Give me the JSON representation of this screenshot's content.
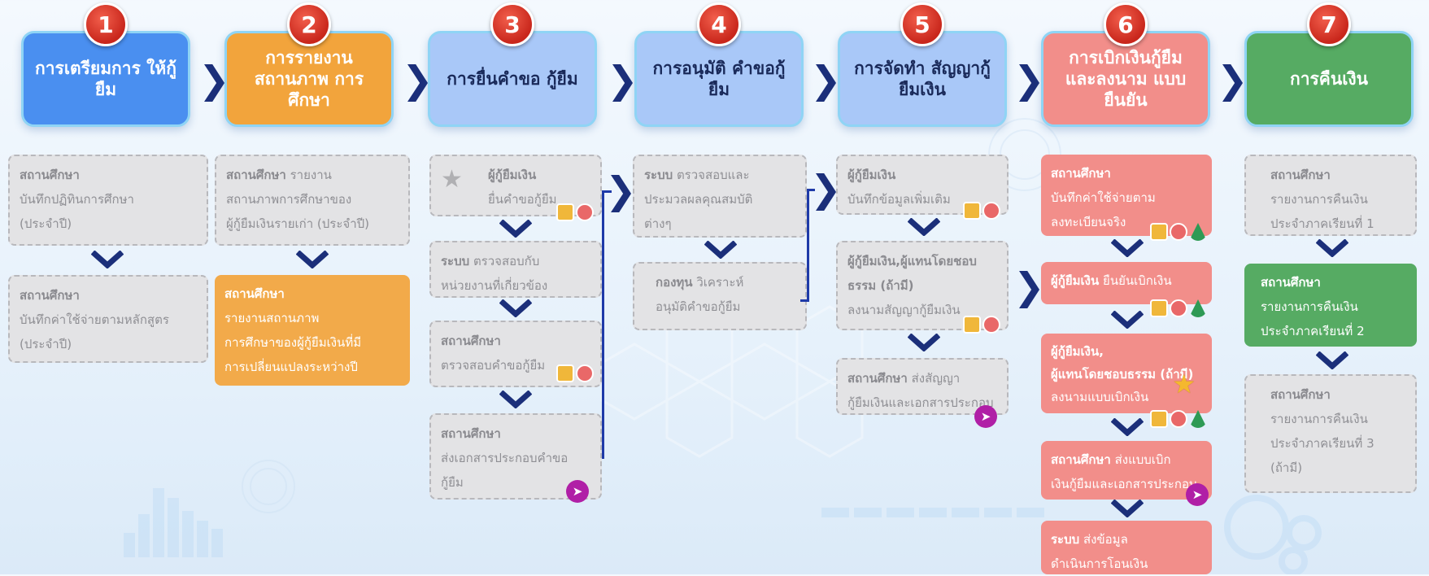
{
  "colors": {
    "step1": "#4a8ff0",
    "step2": "#f2a43c",
    "step3": "#a9c8f8",
    "step4": "#a9c8f8",
    "step5": "#a9c8f8",
    "step6": "#f28e8a",
    "step7": "#56ab63",
    "arrow": "#1b2f7a",
    "badge": "#d4342a"
  },
  "steps": [
    {
      "num": "1",
      "title": "การเตรียมการ ให้กู้ยืม"
    },
    {
      "num": "2",
      "title": "การรายงาน สถานภาพ การศึกษา"
    },
    {
      "num": "3",
      "title": "การยื่นคำขอ กู้ยืม"
    },
    {
      "num": "4",
      "title": "การอนุมัติ คำขอกู้ยืม"
    },
    {
      "num": "5",
      "title": "การจัดทำ สัญญากู้ยืมเงิน"
    },
    {
      "num": "6",
      "title": "การเบิกเงินกู้ยืม และลงนาม แบบยืนยัน"
    },
    {
      "num": "7",
      "title": "การคืนเงิน"
    }
  ],
  "c1": {
    "b1_actor": "สถานศึกษา",
    "b1_text1": "บันทึกปฏิทินการศึกษา",
    "b1_text2": "(ประจำปี)",
    "b2_actor": "สถานศึกษา",
    "b2_text1": "บันทึกค่าใช้จ่ายตามหลักสูตร",
    "b2_text2": "(ประจำปี)"
  },
  "c2": {
    "b1_actor": "สถานศึกษา",
    "b1_text0": "รายงาน",
    "b1_text1": "สถานภาพการศึกษาของ",
    "b1_text2": "ผู้กู้ยืมเงินรายเก่า (ประจำปี)",
    "b2_actor": "สถานศึกษา",
    "b2_text1": "รายงานสถานภาพ",
    "b2_text2": "การศึกษาของผู้กู้ยืมเงินที่มี",
    "b2_text3": "การเปลี่ยนแปลงระหว่างปี"
  },
  "c3": {
    "b1_actor": "ผู้กู้ยืมเงิน",
    "b1_text1": "ยื่นคำขอกู้ยืม",
    "b2_actor": "ระบบ",
    "b2_text0": "ตรวจสอบกับ",
    "b2_text1": "หน่วยงานที่เกี่ยวข้อง",
    "b3_actor": "สถานศึกษา",
    "b3_text1": "ตรวจสอบคำขอกู้ยืม",
    "b4_actor": "สถานศึกษา",
    "b4_text1": "ส่งเอกสารประกอบคำขอ",
    "b4_text2": "กู้ยืม"
  },
  "c4": {
    "b1_actor": "ระบบ",
    "b1_text0": "ตรวจสอบและ",
    "b1_text1": "ประมวลผลคุณสมบัติ",
    "b1_text2": "ต่างๆ",
    "b2_actor": "กองทุน",
    "b2_text0": "วิเคราะห์",
    "b2_text1": "อนุมัติคำขอกู้ยืม"
  },
  "c5": {
    "b1_actor": "ผู้กู้ยืมเงิน",
    "b1_text1": "บันทึกข้อมูลเพิ่มเติม",
    "b2_actor": "ผู้กู้ยืมเงิน,ผู้แทนโดยชอบ",
    "b2_actor2": "ธรรม (ถ้ามี)",
    "b2_text1": "ลงนามสัญญากู้ยืมเงิน",
    "b3_actor": "สถานศึกษา",
    "b3_text0": "ส่งสัญญา",
    "b3_text1": "กู้ยืมเงินและเอกสารประกอบ"
  },
  "c6": {
    "b1_actor": "สถานศึกษา",
    "b1_text1": "บันทึกค่าใช้จ่ายตาม",
    "b1_text2": "ลงทะเบียนจริง",
    "b2_actor": "ผู้กู้ยืมเงิน",
    "b2_text0": "ยืนยันเบิกเงิน",
    "b3_actor": "ผู้กู้ยืมเงิน,",
    "b3_actor2": "ผู้แทนโดยชอบธรรม (ถ้ามี)",
    "b3_text1": "ลงนามแบบเบิกเงิน",
    "b4_actor": "สถานศึกษา",
    "b4_text0": "ส่งแบบเบิก",
    "b4_text1": "เงินกู้ยืมและเอกสารประกอบ",
    "b5_actor": "ระบบ",
    "b5_text0": "ส่งข้อมูล",
    "b5_text1": "ดำเนินการโอนเงิน"
  },
  "c7": {
    "b1_actor": "สถานศึกษา",
    "b1_text1": "รายงานการคืนเงิน",
    "b1_text2": "ประจำภาคเรียนที่ 1",
    "b2_actor": "สถานศึกษา",
    "b2_text1": "รายงานการคืนเงิน",
    "b2_text2": "ประจำภาคเรียนที่ 2",
    "b3_actor": "สถานศึกษา",
    "b3_text1": "รายงานการคืนเงิน",
    "b3_text2": "ประจำภาคเรียนที่ 3",
    "b3_text3": "(ถ้ามี)"
  },
  "icons": {
    "arrow": "chevron-right-icon",
    "down": "chevron-down-icon",
    "send": "paper-plane-icon",
    "star": "star-icon",
    "avatars": "user-avatars-icon"
  }
}
